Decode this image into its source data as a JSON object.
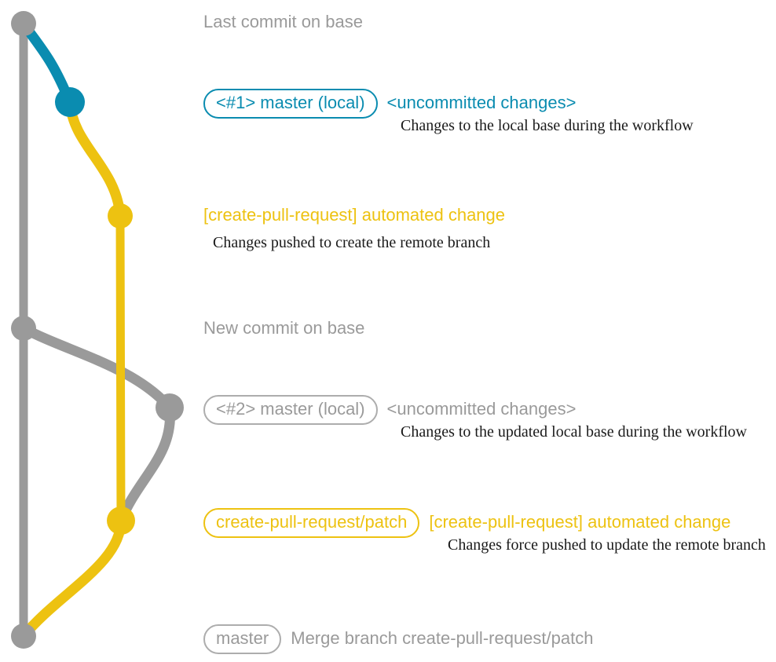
{
  "diagram": {
    "title": "git branch graph for create-pull-request workflow",
    "colors": {
      "base": "#9a9a9a",
      "local": "#0a8cb0",
      "automated": "#edc211",
      "description_text": "#1a1a1a",
      "background": "#ffffff"
    }
  },
  "commits": [
    {
      "id": "last-commit-on-base",
      "node_color": "#9a9a9a",
      "pill": null,
      "subject": "Last commit on base",
      "subject_color": "#9a9a9a",
      "description": null
    },
    {
      "id": "local-changes-1",
      "node_color": "#0a8cb0",
      "pill": "<#1> master (local)",
      "subject": "<uncommitted changes>",
      "subject_color": "#0a8cb0",
      "description": "Changes to the local base during the workflow"
    },
    {
      "id": "automated-change-1",
      "node_color": "#edc211",
      "pill": null,
      "subject": "[create-pull-request] automated change",
      "subject_color": "#edc211",
      "description": "Changes pushed to create the remote branch"
    },
    {
      "id": "new-commit-on-base",
      "node_color": "#9a9a9a",
      "pill": null,
      "subject": "New commit on base",
      "subject_color": "#9a9a9a",
      "description": null
    },
    {
      "id": "local-changes-2",
      "node_color": "#9a9a9a",
      "pill": "<#2> master (local)",
      "subject": "<uncommitted changes>",
      "subject_color": "#9a9a9a",
      "description": "Changes to the updated local base during the workflow"
    },
    {
      "id": "automated-change-2",
      "node_color": "#edc211",
      "pill": "create-pull-request/patch",
      "subject": "[create-pull-request] automated change",
      "subject_color": "#edc211",
      "description": "Changes force pushed to update the remote branch"
    },
    {
      "id": "merge-commit",
      "node_color": "#9a9a9a",
      "pill": "master",
      "subject": "Merge branch create-pull-request/patch",
      "subject_color": "#9a9a9a",
      "description": null
    }
  ]
}
